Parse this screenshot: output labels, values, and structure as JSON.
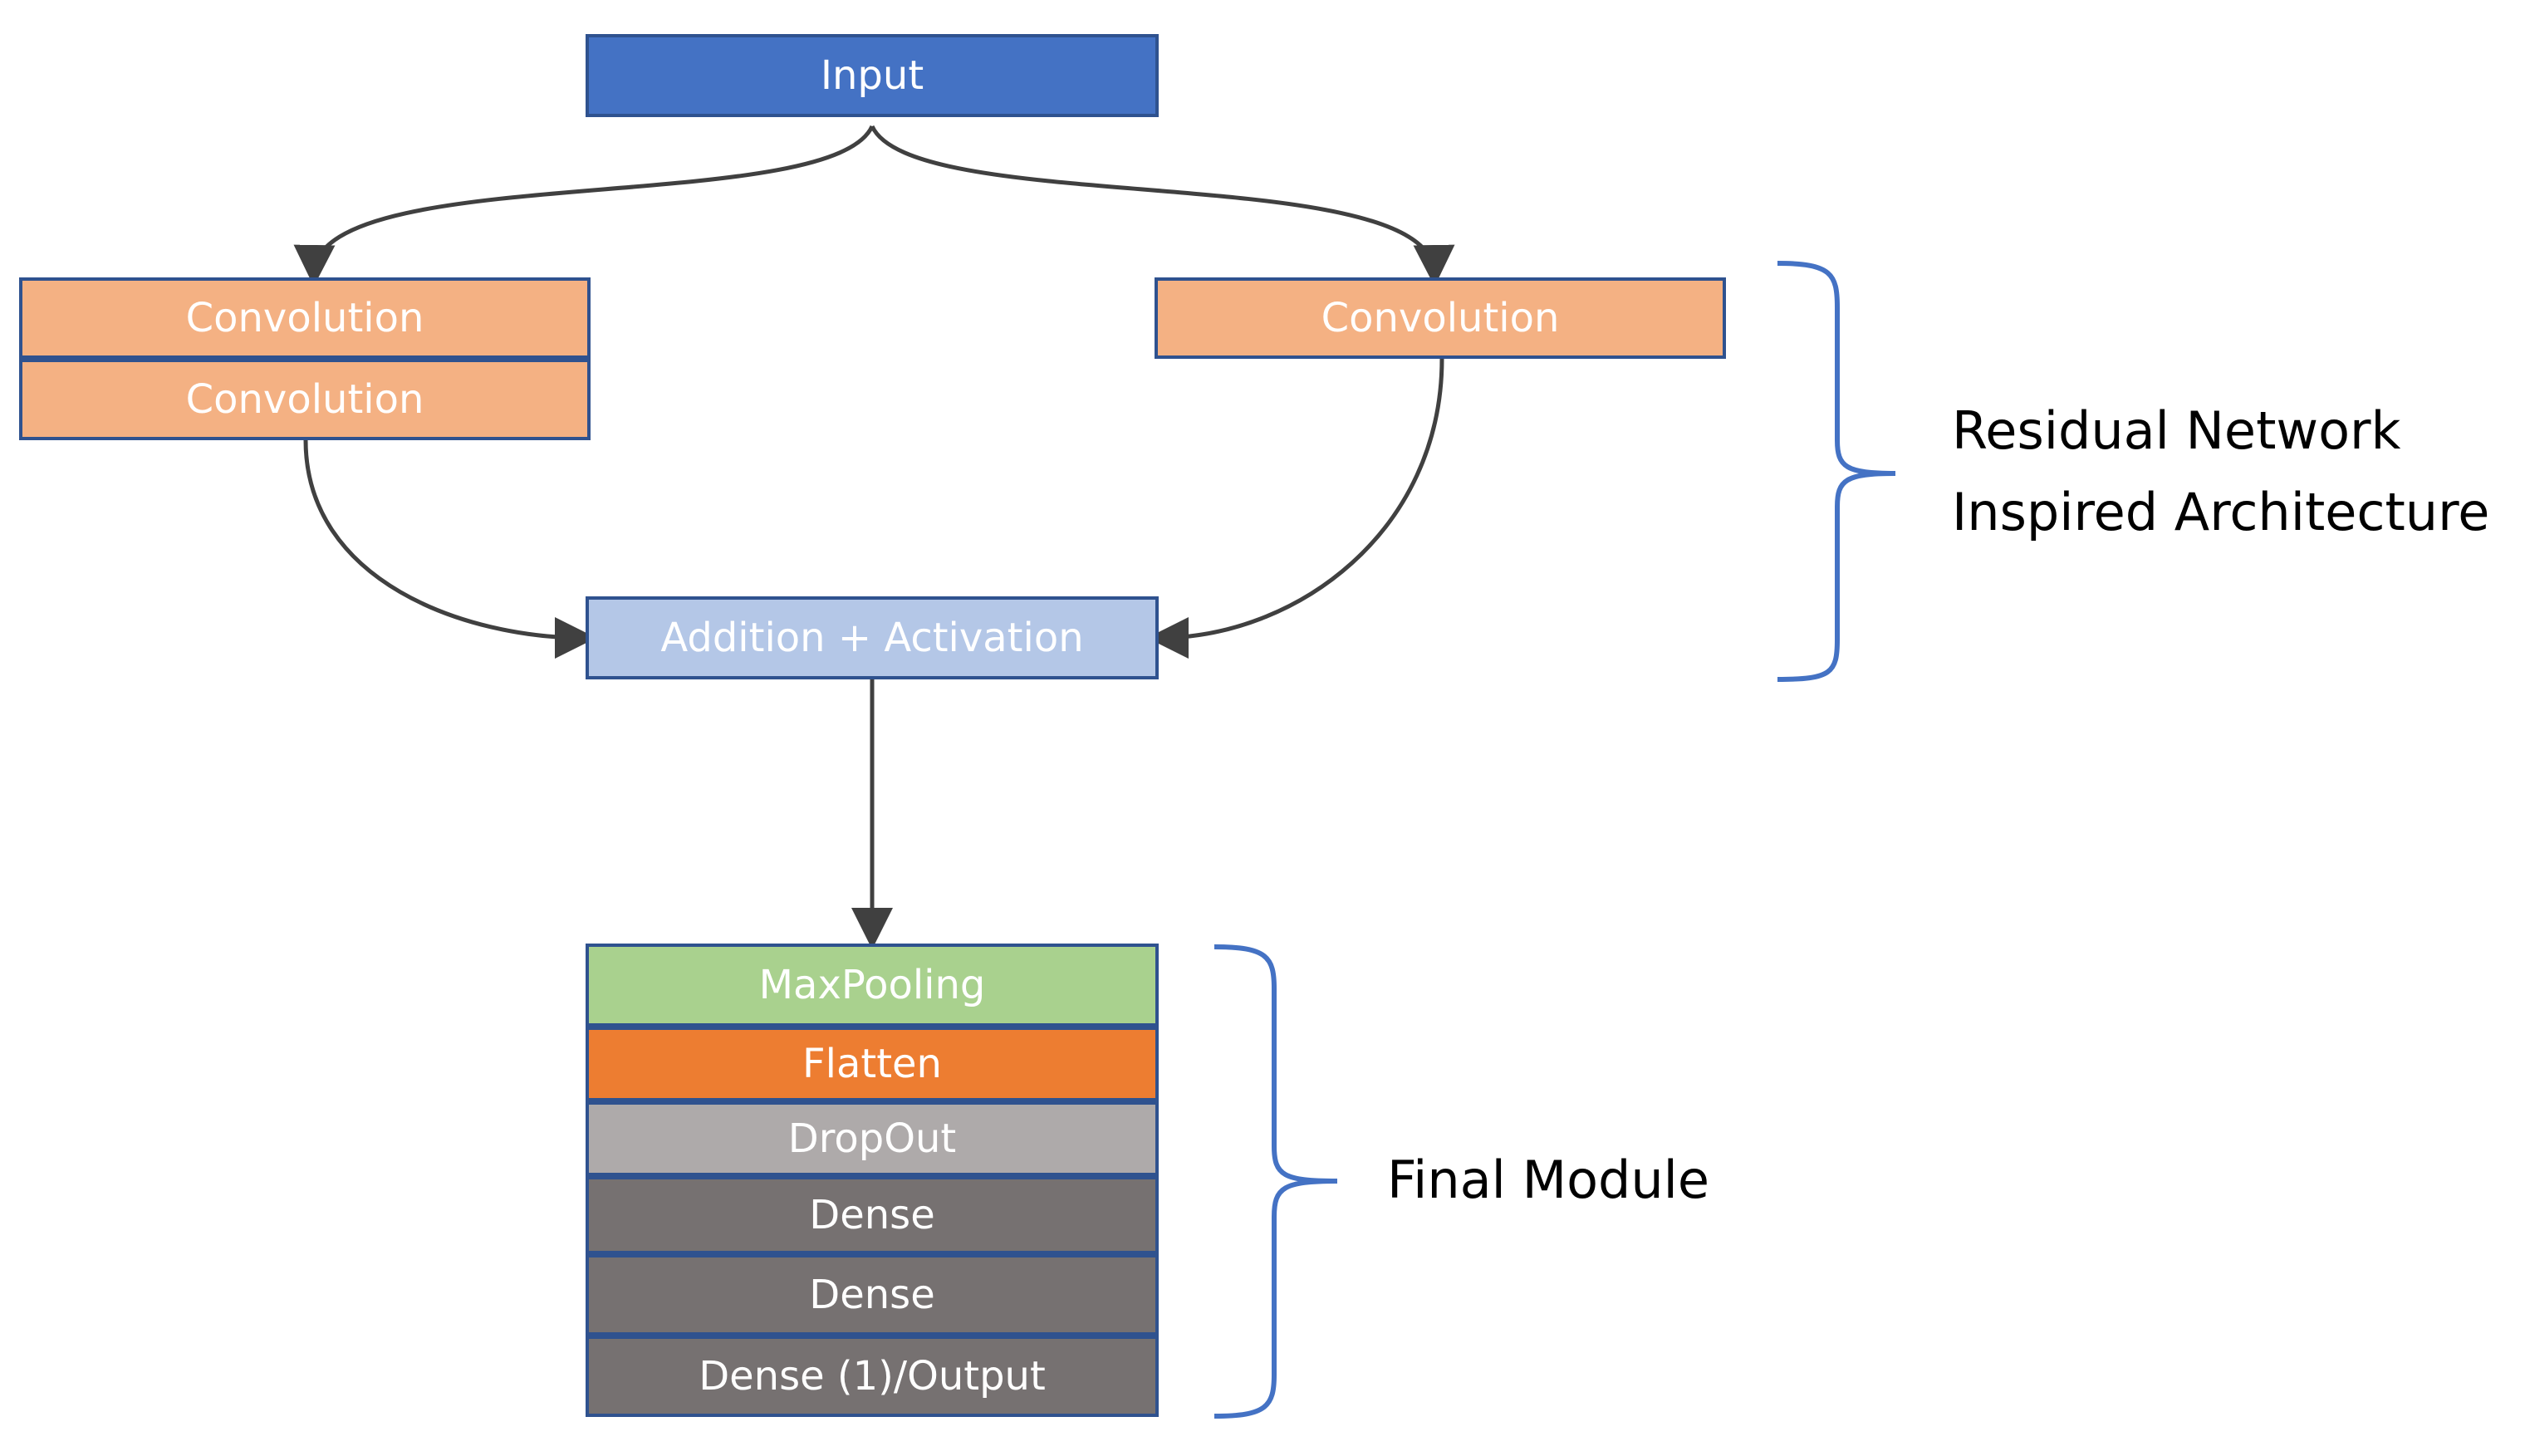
{
  "nodes": {
    "input": "Input",
    "conv_left_1": "Convolution",
    "conv_left_2": "Convolution",
    "conv_right": "Convolution",
    "addition": "Addition + Activation",
    "maxpool": "MaxPooling",
    "flatten": "Flatten",
    "dropout": "DropOut",
    "dense_1": "Dense",
    "dense_2": "Dense",
    "dense_output": "Dense (1)/Output"
  },
  "annotations": {
    "residual_line1": "Residual Network",
    "residual_line2": "Inspired Architecture",
    "final_module": "Final Module"
  },
  "colors": {
    "input": "#4472c4",
    "convolution": "#f4b183",
    "addition": "#b4c7e7",
    "maxpool": "#a9d18e",
    "flatten": "#ed7d31",
    "dropout": "#aeaaaa",
    "dense": "#767171",
    "bracket": "#4472c4",
    "arrow": "#404040"
  },
  "edges": [
    {
      "from": "input",
      "to": "conv_left_1"
    },
    {
      "from": "input",
      "to": "conv_right"
    },
    {
      "from": "conv_left_2",
      "to": "addition"
    },
    {
      "from": "conv_right",
      "to": "addition"
    },
    {
      "from": "addition",
      "to": "maxpool"
    }
  ]
}
